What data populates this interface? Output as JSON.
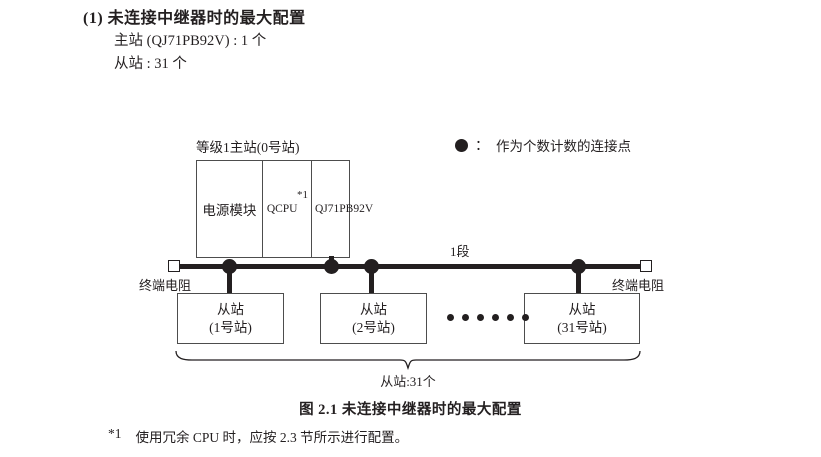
{
  "heading": {
    "section_number": "(1)",
    "title": "未连接中继器时的最大配置",
    "line_master": "主站 (QJ71PB92V) : 1 个",
    "line_slave": "从站 : 31 个"
  },
  "legend": {
    "marker": "filled-circle",
    "separator": "：",
    "text": "作为个数计数的连接点"
  },
  "diagram": {
    "master_label": "等级1主站(0号站)",
    "module": {
      "power_supply": "电源模块",
      "cpu": "QCPU",
      "cpu_footnote_marker": "*1",
      "network_line1": "QJ71",
      "network_line2": "PB92V"
    },
    "segment_label": "1段",
    "terminator_left": "终端电阻",
    "terminator_right": "终端电阻",
    "slaves": [
      {
        "name": "从站",
        "station": "(1号站)"
      },
      {
        "name": "从站",
        "station": "(2号站)"
      },
      {
        "name": "从站",
        "station": "(31号站)"
      }
    ],
    "ellipsis_dots": 6,
    "brace_label": "从站:31个"
  },
  "figure_caption": "图 2.1  未连接中继器时的最大配置",
  "footnote": {
    "marker": "*1",
    "text": "使用冗余 CPU 时，应按 2.3 节所示进行配置。"
  },
  "colors": {
    "ink": "#231f20",
    "box_border": "#4d4d4d",
    "background": "#ffffff"
  }
}
